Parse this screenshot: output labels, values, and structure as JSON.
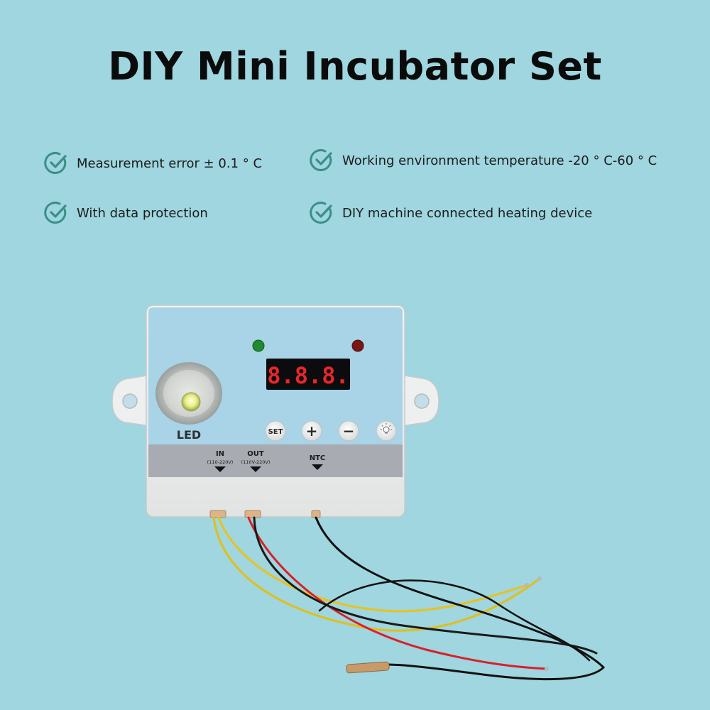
{
  "title": "DIY Mini Incubator Set",
  "features": [
    {
      "text": "Measurement error ± 0.1 ° C",
      "icon": "check-circle-icon"
    },
    {
      "text": "Working environment temperature -20 ° C-60 ° C",
      "icon": "check-circle-icon"
    },
    {
      "text": "With data protection",
      "icon": "check-circle-icon"
    },
    {
      "text": "DIY machine connected heating device",
      "icon": "check-circle-icon"
    }
  ],
  "device": {
    "led_label": "LED",
    "display_text": "8.8.8.",
    "set_label": "SET",
    "plus_label": "+",
    "minus_label": "−",
    "in_label": "IN",
    "in_sub": "(110-220V)",
    "out_label": "OUT",
    "out_sub": "(110V-220V)",
    "ntc_label": "NTC"
  },
  "colors": {
    "background": "#9fd6df",
    "panel_blue": "#a9d3e6",
    "panel_gray": "#a8abb1",
    "check": "#3a8f86"
  }
}
